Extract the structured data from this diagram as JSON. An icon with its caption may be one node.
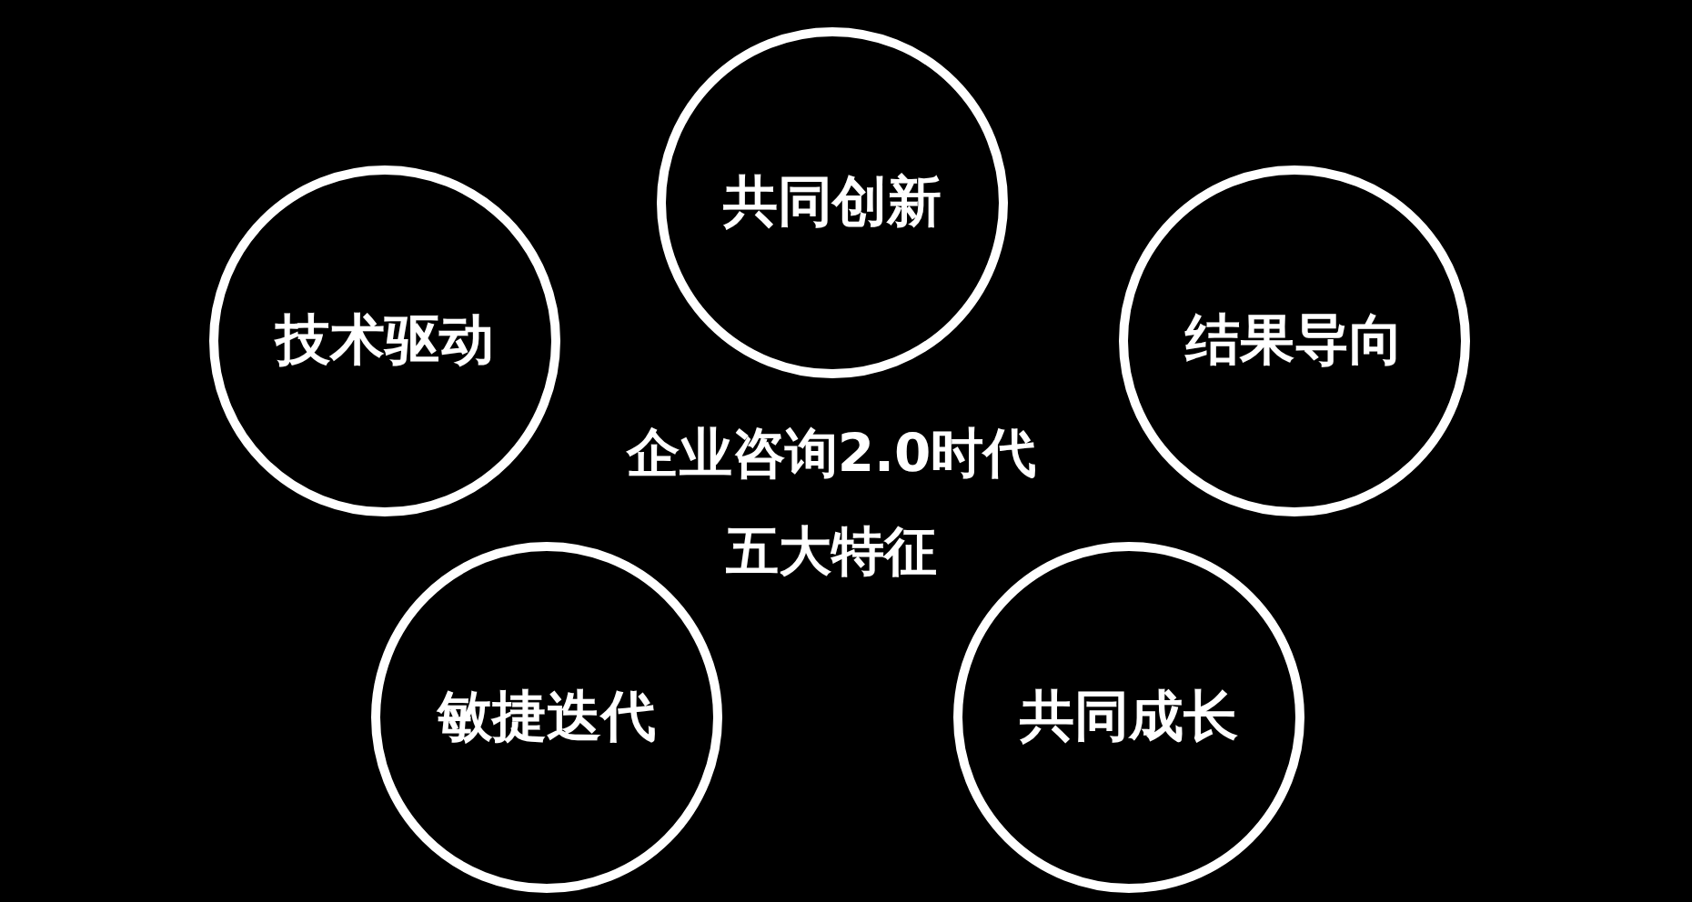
{
  "diagram": {
    "nodes": [
      {
        "text": [
          "共同创新"
        ]
      },
      {
        "text": [
          "技术驱动"
        ]
      },
      {
        "text": [
          "结果导向"
        ]
      },
      {
        "text": [
          "敏捷迭代"
        ]
      },
      {
        "text": [
          "共同成长"
        ]
      }
    ],
    "labels": [
      "企业咨询2.0时代",
      "五大特征"
    ]
  }
}
